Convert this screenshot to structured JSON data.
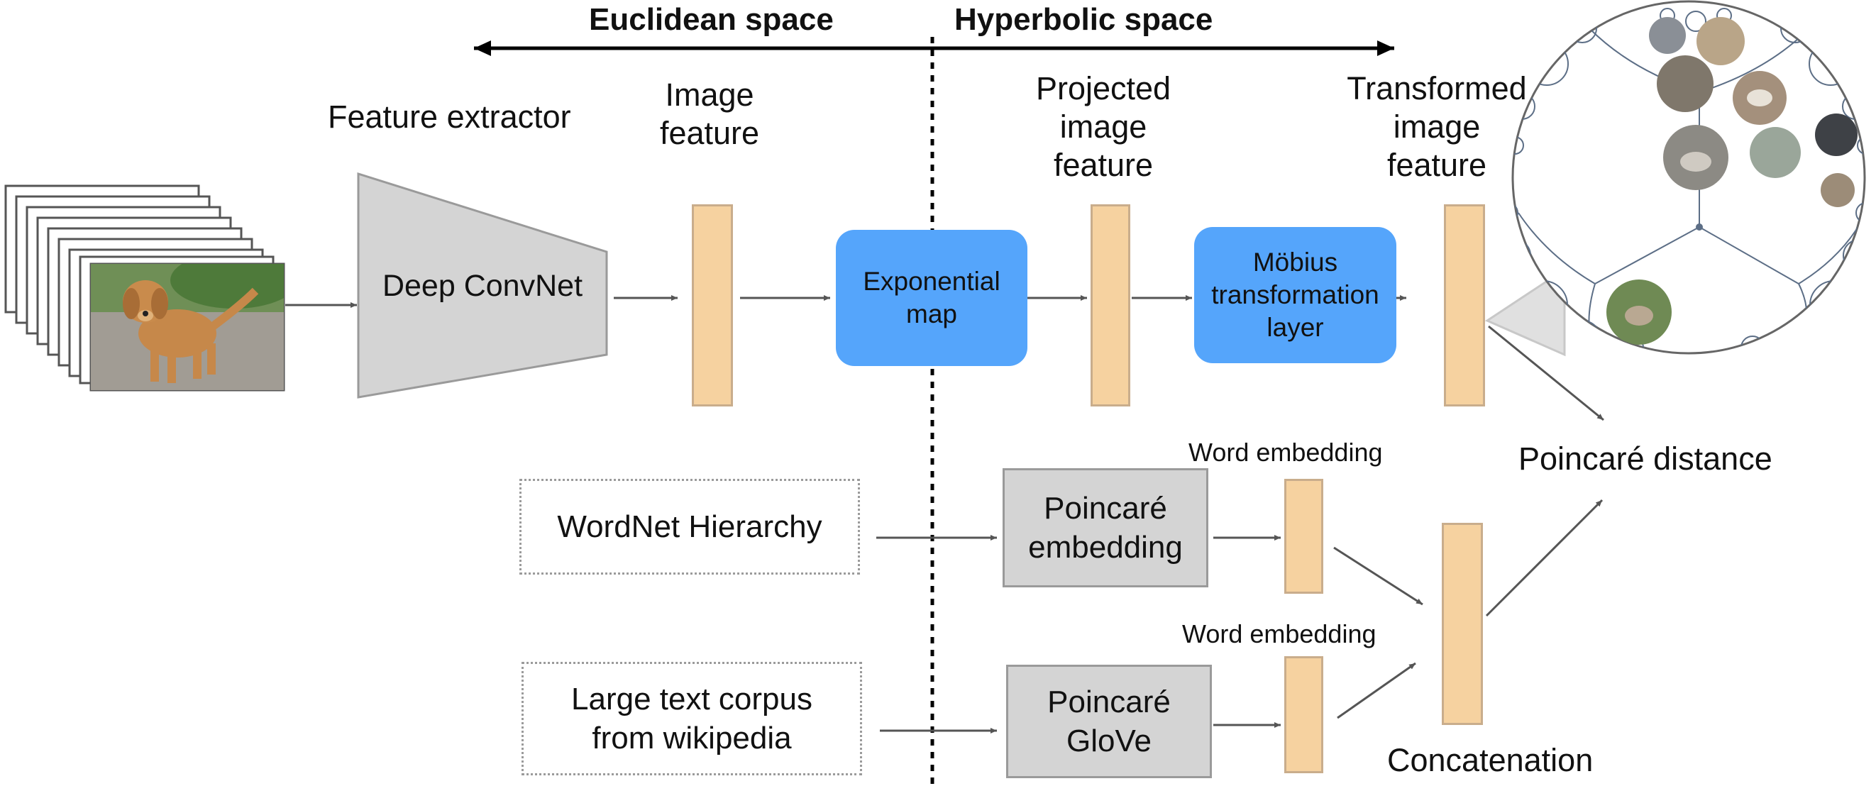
{
  "header": {
    "euclidean": "Euclidean space",
    "hyperbolic": "Hyperbolic space"
  },
  "labels": {
    "feature_extractor": "Feature extractor",
    "image_feature": [
      "Image",
      "feature"
    ],
    "projected": [
      "Projected",
      "image",
      "feature"
    ],
    "transformed": [
      "Transformed",
      "image",
      "feature"
    ],
    "word_embedding_1": "Word embedding",
    "word_embedding_2": "Word embedding",
    "poincare_distance": "Poincaré distance",
    "concatenation": "Concatenation"
  },
  "boxes": {
    "convnet": "Deep ConvNet",
    "exp_map": [
      "Exponential",
      "map"
    ],
    "mobius": [
      "Möbius",
      "transformation",
      "layer"
    ],
    "wordnet": "WordNet Hierarchy",
    "corpus": [
      "Large text corpus",
      "from wikipedia"
    ],
    "poincare_embedding": [
      "Poincaré",
      "embedding"
    ],
    "poincare_glove": [
      "Poincaré",
      "GloVe"
    ]
  },
  "colors": {
    "feature_fill": "#f6d2a0",
    "feature_border": "#c9ad8c",
    "blue_box": "#55a5fb",
    "gray_box": "#d4d4d4",
    "arrow": "#555555"
  },
  "icons": {
    "image_stack": "photo-stack-icon",
    "poincare_disk": "poincare-disk-icon"
  }
}
